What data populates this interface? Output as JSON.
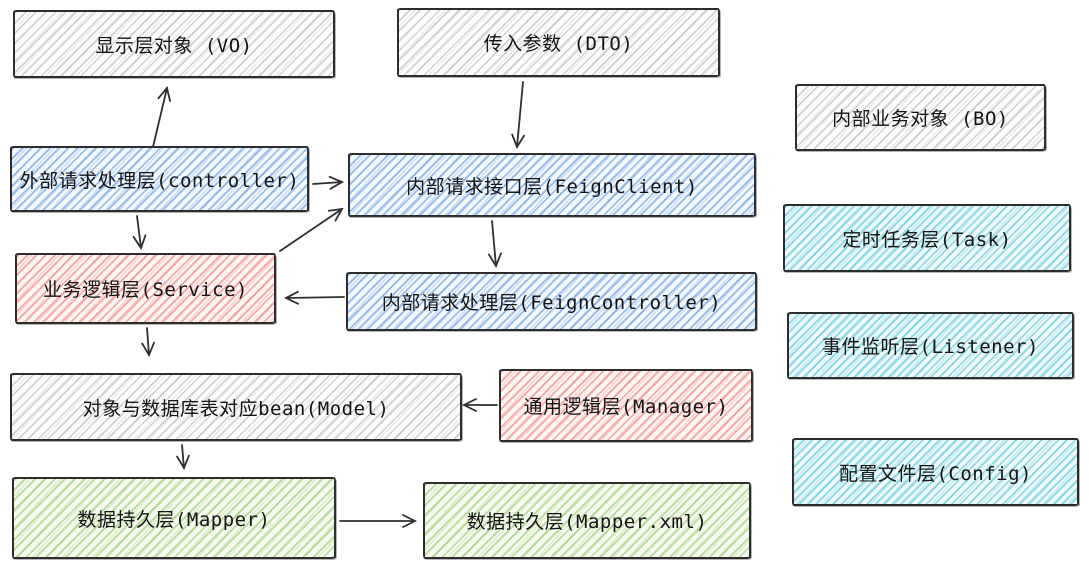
{
  "diagram": {
    "title": "",
    "nodes": {
      "vo": {
        "label": "显示层对象 (VO)",
        "fill": "gray"
      },
      "dto": {
        "label": "传入参数 (DTO)",
        "fill": "gray"
      },
      "controller": {
        "label": "外部请求处理层(controller)",
        "fill": "blue"
      },
      "feign_client": {
        "label": "内部请求接口层(FeignClient)",
        "fill": "blue"
      },
      "service": {
        "label": "业务逻辑层(Service)",
        "fill": "red"
      },
      "feign_controller": {
        "label": "内部请求处理层(FeignController)",
        "fill": "blue"
      },
      "model": {
        "label": "对象与数据库表对应bean(Model)",
        "fill": "gray"
      },
      "manager": {
        "label": "通用逻辑层(Manager)",
        "fill": "red"
      },
      "mapper": {
        "label": "数据持久层(Mapper)",
        "fill": "green"
      },
      "mapper_xml": {
        "label": "数据持久层(Mapper.xml)",
        "fill": "green"
      },
      "bo": {
        "label": "内部业务对象 (BO)",
        "fill": "gray"
      },
      "task": {
        "label": "定时任务层(Task)",
        "fill": "cyan"
      },
      "listener": {
        "label": "事件监听层(Listener)",
        "fill": "cyan"
      },
      "config": {
        "label": "配置文件层(Config)",
        "fill": "cyan"
      }
    },
    "edges": [
      {
        "from": "controller",
        "to": "vo"
      },
      {
        "from": "dto",
        "to": "feign_client"
      },
      {
        "from": "controller",
        "to": "feign_client"
      },
      {
        "from": "controller",
        "to": "service"
      },
      {
        "from": "service",
        "to": "feign_client"
      },
      {
        "from": "feign_client",
        "to": "feign_controller"
      },
      {
        "from": "feign_controller",
        "to": "service"
      },
      {
        "from": "service",
        "to": "model"
      },
      {
        "from": "manager",
        "to": "model"
      },
      {
        "from": "model",
        "to": "mapper"
      },
      {
        "from": "mapper",
        "to": "mapper_xml"
      }
    ],
    "colors": {
      "stroke": "#2d2d2d",
      "blue_hatch": "#609ade",
      "red_hatch": "#f0716b",
      "green_hatch": "#8cc658",
      "cyan_hatch": "#46c0d3",
      "gray_hatch": "#aaaab6",
      "background": "#ffffff"
    }
  }
}
